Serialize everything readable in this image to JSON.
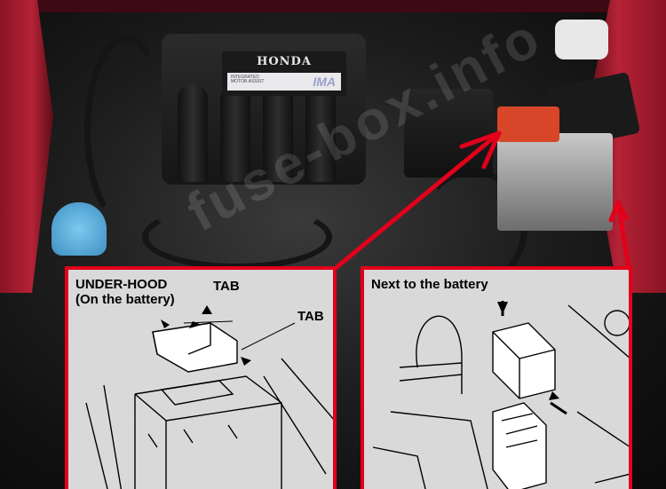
{
  "photo": {
    "engine_badge_logo": "HONDA",
    "engine_badge_text": "INTEGRATED MOTOR ASSIST",
    "engine_badge_mark": "IMA",
    "watermark": "fuse-box.info"
  },
  "inset_left": {
    "title_line1": "UNDER-HOOD",
    "title_line2": "(On the battery)",
    "tab_label_1": "TAB",
    "tab_label_2": "TAB"
  },
  "inset_right": {
    "title": "Next to the battery"
  },
  "colors": {
    "arrow": "#e2001a",
    "inset_border": "#e2001a",
    "inset_bg": "#d9d9d9"
  }
}
